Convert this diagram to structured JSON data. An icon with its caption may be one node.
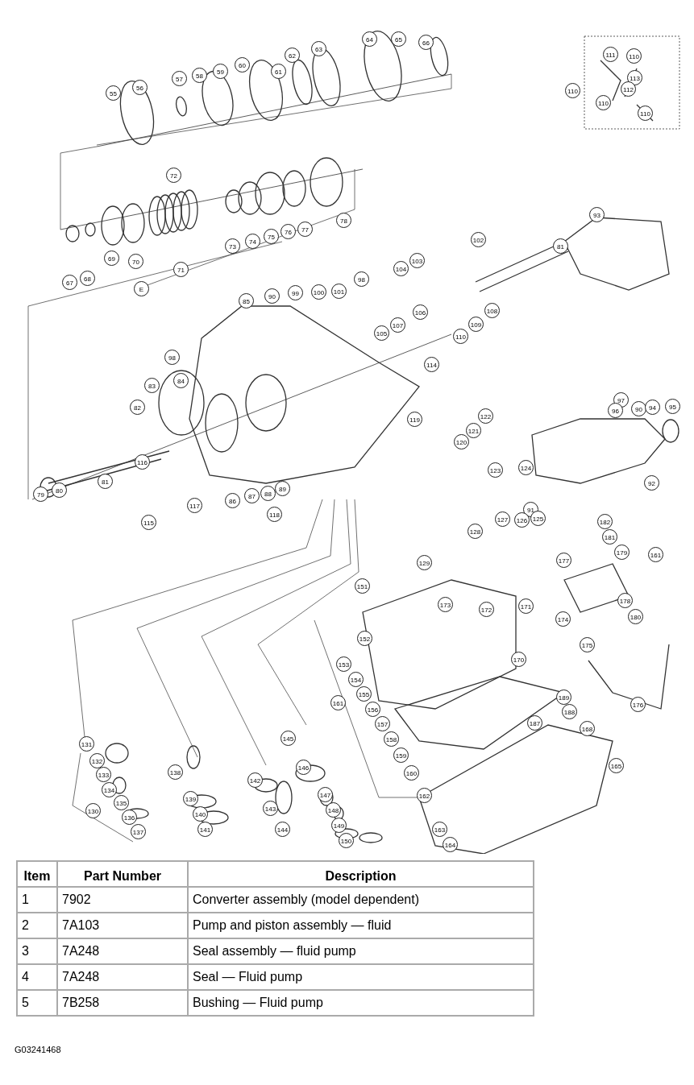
{
  "diagram": {
    "labels": [
      "64",
      "65",
      "66",
      "63",
      "62",
      "60",
      "59",
      "61",
      "58",
      "57",
      "56",
      "55",
      "111",
      "110",
      "113",
      "112",
      "110",
      "110",
      "110",
      "72",
      "78",
      "77",
      "76",
      "75",
      "74",
      "73",
      "70",
      "69",
      "68",
      "67",
      "71",
      "E",
      "93",
      "102",
      "81",
      "103",
      "104",
      "99",
      "90",
      "85",
      "100",
      "101",
      "98",
      "98",
      "106",
      "108",
      "107",
      "105",
      "109",
      "110",
      "114",
      "83",
      "84",
      "82",
      "119",
      "122",
      "121",
      "120",
      "97",
      "96",
      "90",
      "94",
      "95",
      "79",
      "80",
      "81",
      "116",
      "118",
      "117",
      "86",
      "87",
      "88",
      "89",
      "115",
      "92",
      "123",
      "124",
      "91",
      "127",
      "126",
      "125",
      "128",
      "182",
      "181",
      "129",
      "179",
      "161",
      "177",
      "178",
      "151",
      "173",
      "172",
      "171",
      "180",
      "174",
      "152",
      "175",
      "170",
      "153",
      "154",
      "155",
      "161",
      "156",
      "189",
      "176",
      "157",
      "188",
      "187",
      "158",
      "168",
      "159",
      "131",
      "145",
      "160",
      "132",
      "146",
      "165",
      "133",
      "138",
      "142",
      "134",
      "139",
      "147",
      "162",
      "135",
      "143",
      "130",
      "140",
      "148",
      "136",
      "149",
      "141",
      "144",
      "163",
      "137",
      "150",
      "164",
      "Item",
      "Part Number",
      "Description",
      "1",
      "7902",
      "Converter assembly (model dependent)",
      "2",
      "7A103",
      "Pump and piston assembly — fluid",
      "3",
      "7A248",
      "Seal assembly — fluid pump",
      "4",
      "7A248",
      "Seal — Fluid pump",
      "5",
      "7B258",
      "Bushing — Fluid pump",
      "G03241468"
    ]
  }
}
